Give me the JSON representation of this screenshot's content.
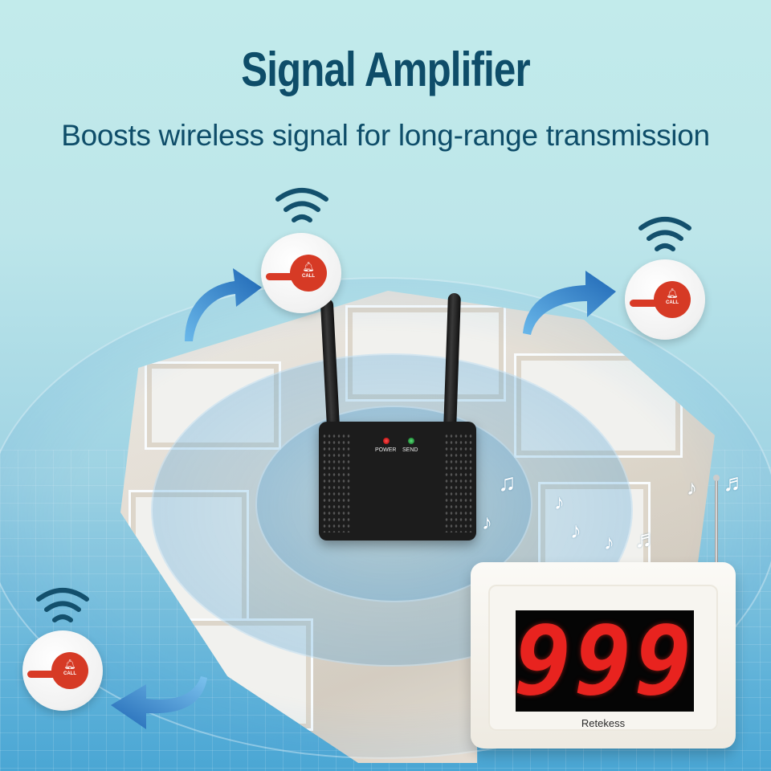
{
  "header": {
    "title": "Signal Amplifier",
    "subtitle": "Boosts wireless signal for long-range transmission"
  },
  "repeater": {
    "power_label": "POWER",
    "send_label": "SEND",
    "power_led_color": "#d01818",
    "send_led_color": "#1fa33a"
  },
  "call_buttons": [
    {
      "label": "CALL",
      "icon": "bell-icon",
      "position": "top-center"
    },
    {
      "label": "CALL",
      "icon": "bell-icon",
      "position": "top-right"
    },
    {
      "label": "CALL",
      "icon": "bell-icon",
      "position": "bottom-left"
    }
  ],
  "pager": {
    "display_number": "999",
    "brand": "Retekess",
    "digit_color": "#e8231f"
  },
  "icons": {
    "bell": "🔔︎",
    "note_single": "♪",
    "note_double": "♫",
    "note_beamed": "♬"
  },
  "colors": {
    "title": "#0e4d69",
    "background_top": "#c2ebeb",
    "background_bottom": "#4aa6d4",
    "arrow": "#2a78c4",
    "call_button_red": "#d63a25"
  }
}
